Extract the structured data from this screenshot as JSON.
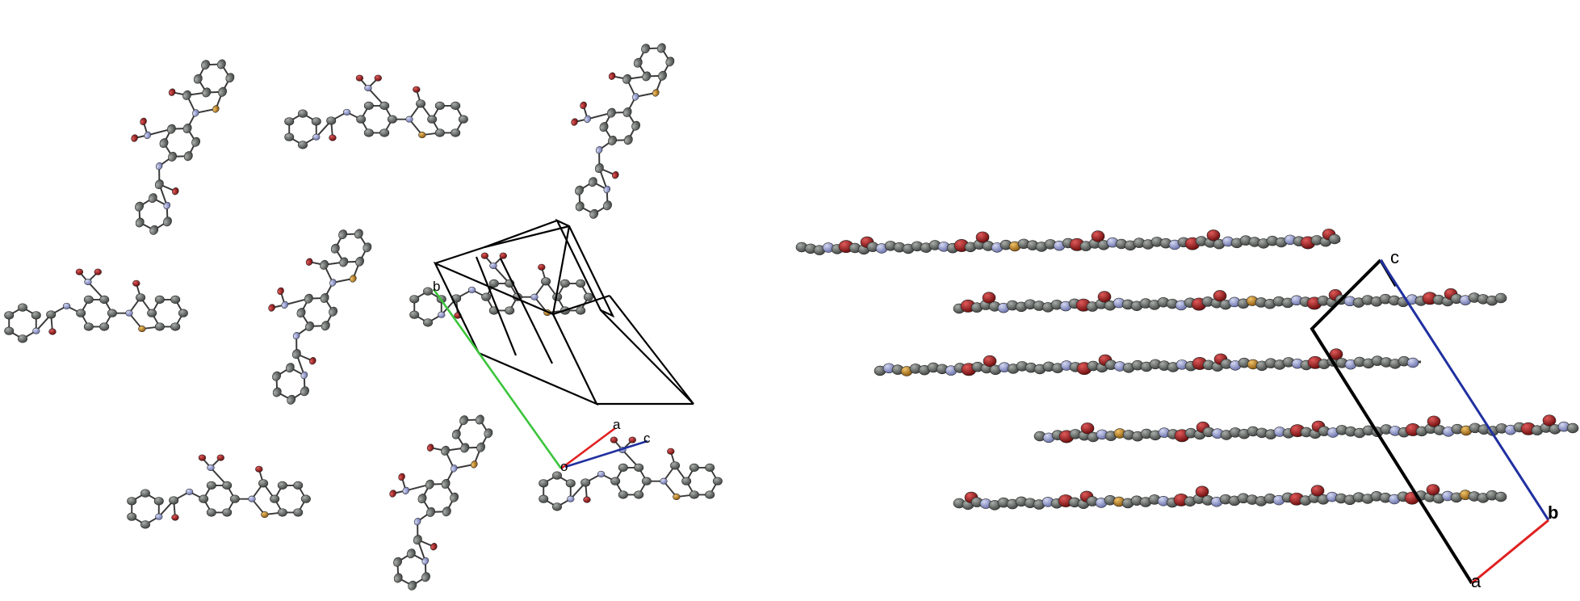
{
  "panel_left": {
    "axis_labels": {
      "a": "a",
      "b": "b",
      "c": "c",
      "origin": "o"
    },
    "axis_colors": {
      "a": "#e02020",
      "b": "#3cc43c",
      "c": "#2030a0"
    }
  },
  "panel_right": {
    "axis_labels": {
      "a": "a",
      "b": "b",
      "c": "c"
    },
    "axis_colors": {
      "a": "#e02020",
      "b": "#2030a0"
    }
  },
  "atom_colors": {
    "carbon": "#5f6460",
    "nitrogen": "#8f97c9",
    "oxygen": "#a81c1c",
    "sulfur": "#c88a1e"
  },
  "icons": [
    "molecule-icon",
    "unit-cell-icon",
    "packing-layer-icon"
  ]
}
